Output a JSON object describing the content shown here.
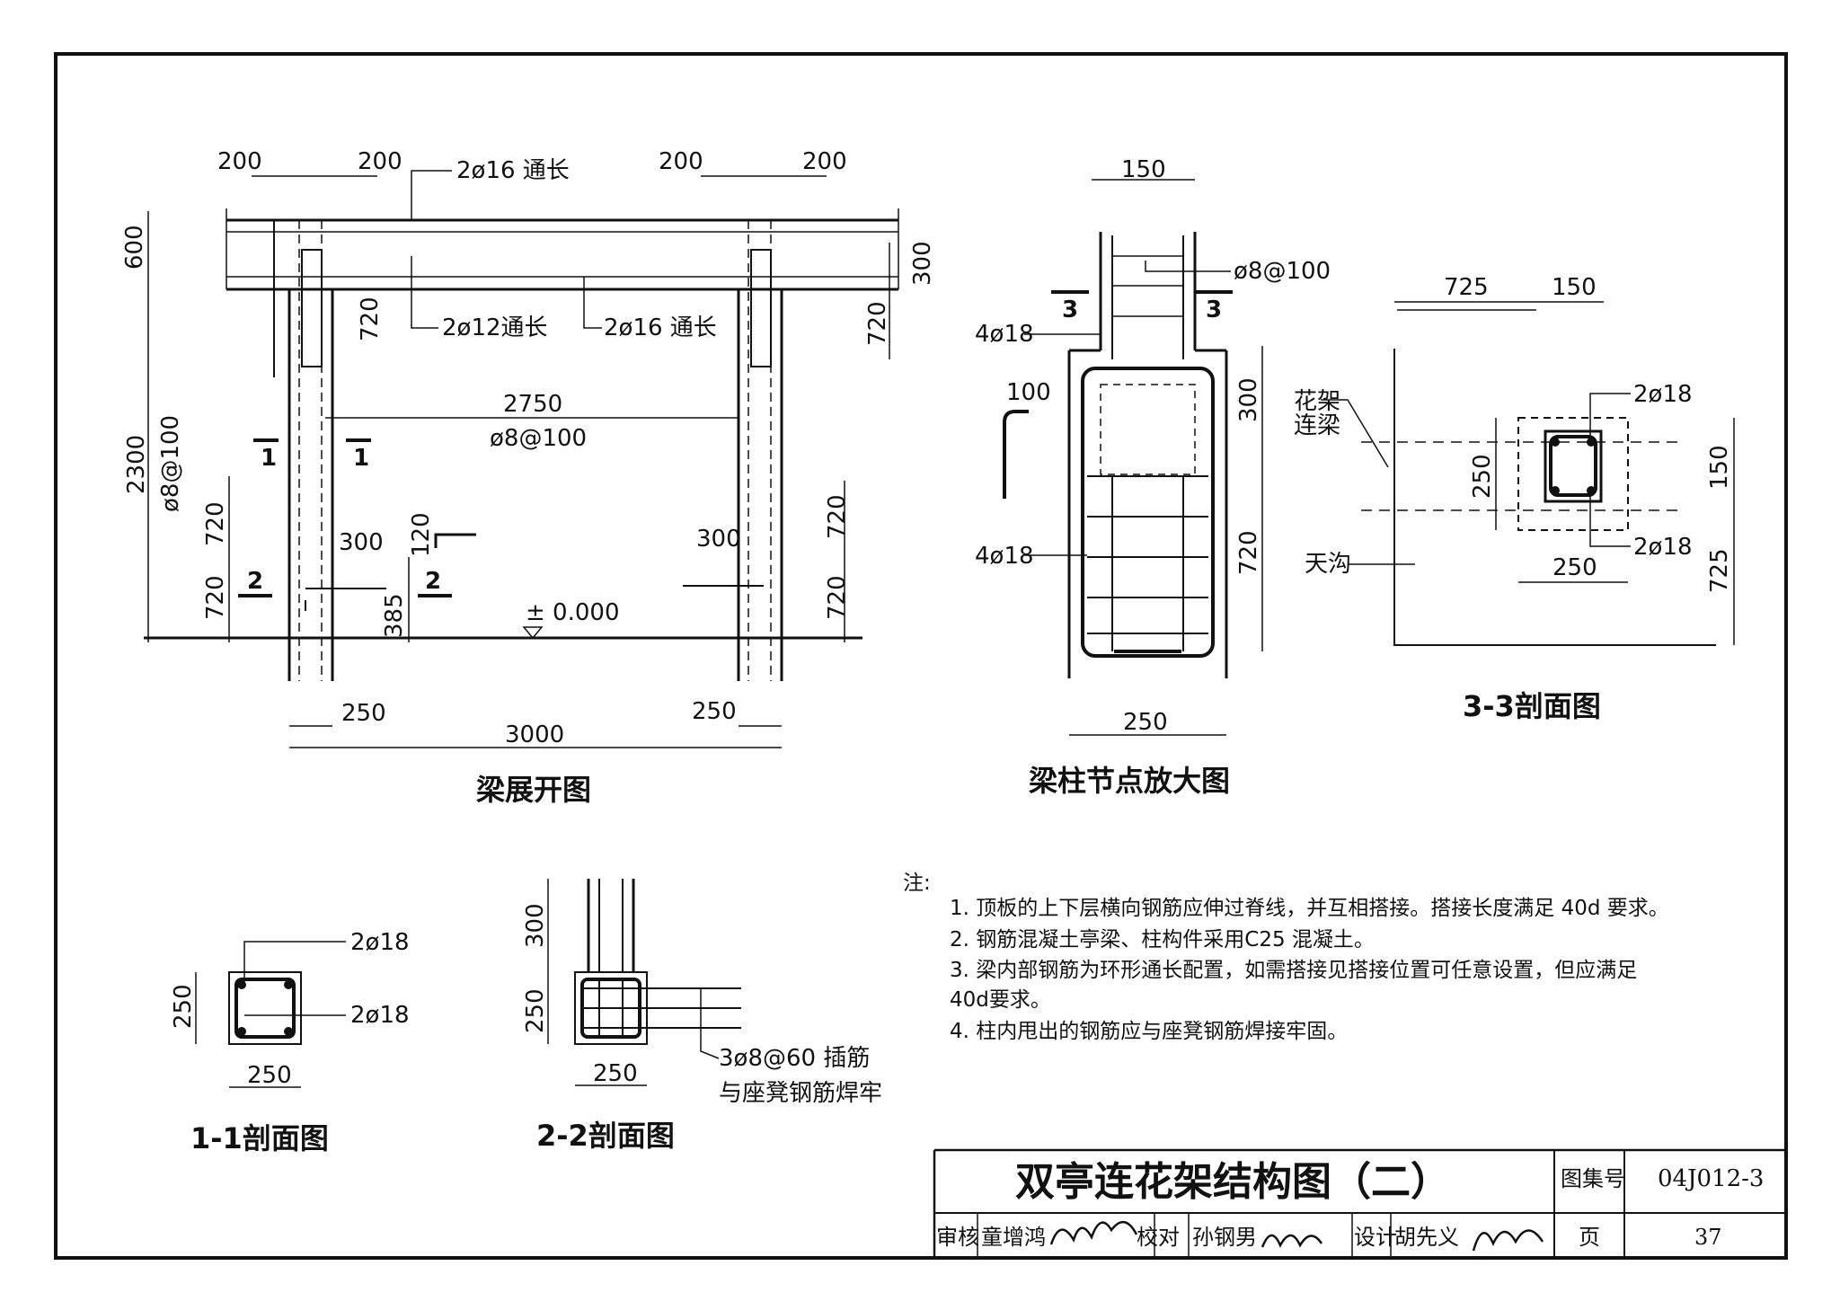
{
  "beam_elevation": {
    "caption": "梁展开图",
    "dims": {
      "top_200_l": "200",
      "top_200_r": "200",
      "top_200_l2": "200",
      "top_200_r2": "200",
      "d600": "600",
      "d300": "300",
      "d720_a": "720",
      "d720_b": "720",
      "d2300": "2300",
      "stirrup_v": "ø8@100",
      "d720_l1": "720",
      "d720_l2": "720",
      "d720_r1": "720",
      "d720_r2": "720",
      "span": "2750",
      "stirrup_h": "ø8@100",
      "d300_l": "300",
      "d300_r": "300",
      "d120": "120",
      "d385": "385",
      "d250_l": "250",
      "d250_r": "250",
      "d3000": "3000"
    },
    "rebar_labels": {
      "top": "2ø16 通长",
      "mid": "2ø12通长",
      "bottom": "2ø16 通长"
    },
    "level": "± 0.000",
    "section_marks": {
      "s1_a": "1",
      "s1_b": "1",
      "s2_a": "2",
      "s2_b": "2"
    }
  },
  "node_detail": {
    "caption": "梁柱节点放大图",
    "dims": {
      "w150": "150",
      "w250": "250",
      "h300": "300",
      "h720": "720",
      "hook": "100"
    },
    "labels": {
      "stirrup": "ø8@100",
      "bars_top": "4ø18",
      "bars_bot": "4ø18"
    },
    "section_marks": {
      "s3_a": "3",
      "s3_b": "3"
    }
  },
  "section_3_3": {
    "caption": "3-3剖面图",
    "dims": {
      "d725_top": "725",
      "d150_top": "150",
      "d250_v": "250",
      "d150_r": "150",
      "d725_r": "725",
      "d250_b": "250"
    },
    "labels": {
      "beam": "花架\n连梁",
      "gutter": "天沟",
      "bars_top": "2ø18",
      "bars_bot": "2ø18"
    }
  },
  "section_1_1": {
    "caption": "1-1剖面图",
    "dims": {
      "h250": "250",
      "w250": "250"
    },
    "labels": {
      "top": "2ø18",
      "bot": "2ø18"
    }
  },
  "section_2_2": {
    "caption": "2-2剖面图",
    "dims": {
      "h300": "300",
      "h250": "250",
      "w250": "250"
    },
    "labels": {
      "dowel_1": "3ø8@60 插筋",
      "dowel_2": "与座凳钢筋焊牢"
    }
  },
  "notes": {
    "title": "注:",
    "items": [
      "1. 顶板的上下层横向钢筋应伸过脊线，并互相搭接。搭接长度满足 40d 要求。",
      "2. 钢筋混凝土亭梁、柱构件采用C25 混凝土。",
      "3. 梁内部钢筋为环形通长配置，如需搭接见搭接位置可任意设置，但应满足",
      "   40d要求。",
      "4. 柱内甩出的钢筋应与座凳钢筋焊接牢固。"
    ]
  },
  "title_block": {
    "title": "双亭连花架结构图（二）",
    "atlas_label": "图集号",
    "atlas_no": "04J012-3",
    "review_label": "审核",
    "reviewer": "童增鸿",
    "check_label": "校对",
    "checker": "孙钢男",
    "design_label": "设计",
    "designer": "胡先义",
    "page_label": "页",
    "page_no": "37"
  }
}
